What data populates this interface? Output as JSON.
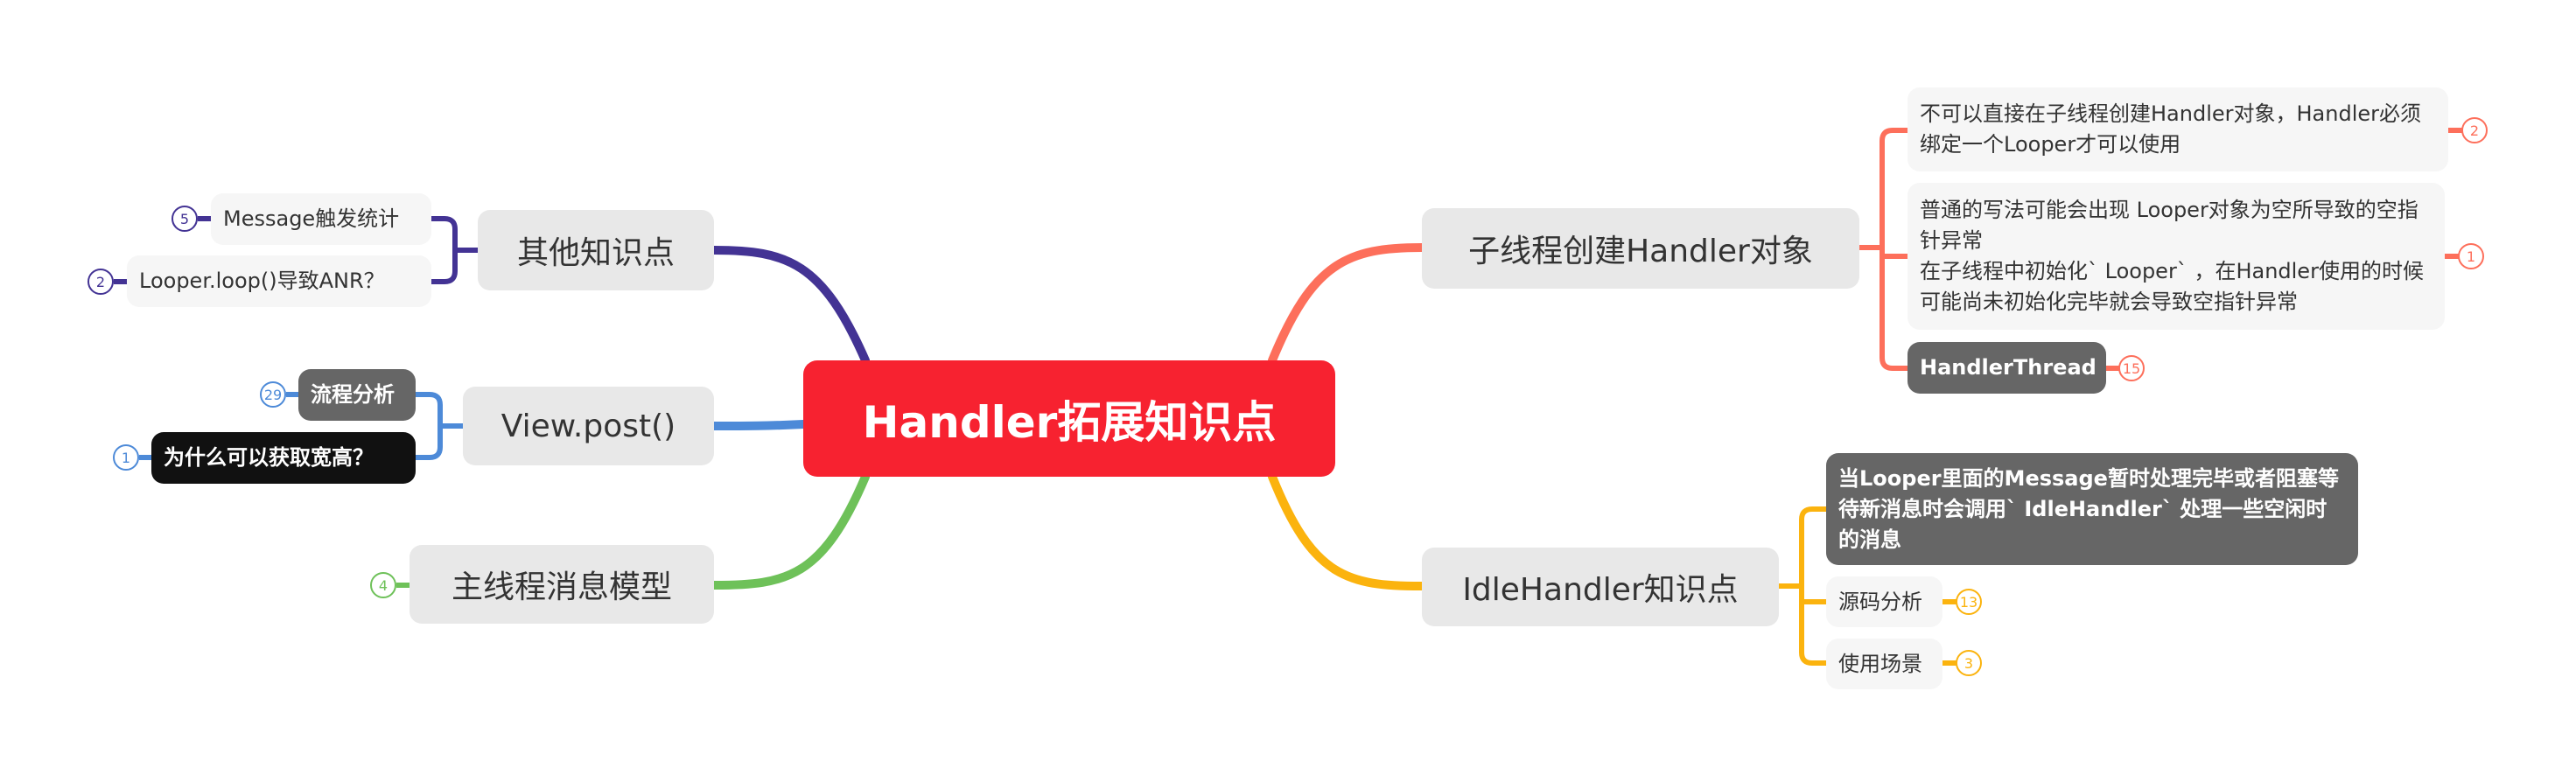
{
  "central": {
    "title": "Handler拓展知识点",
    "color": "#f72230"
  },
  "branches": {
    "sub_thread": {
      "title": "子线程创建Handler对象",
      "color": "#fd6f5b",
      "items": [
        {
          "text": "不可以直接在子线程创建Handler对象，Handler必须绑定一个Looper才可以使用",
          "badge": "2"
        },
        {
          "text": "普通的写法可能会出现 Looper对象为空所导致的空指针异常\n在子线程中初始化` Looper` ，在Handler使用的时候可能尚未初始化完毕就会导致空指针异常",
          "badge": "1"
        },
        {
          "text": "HandlerThread",
          "badge": "15"
        }
      ]
    },
    "idle": {
      "title": "IdleHandler知识点",
      "color": "#fbb30e",
      "items": [
        {
          "text": "当Looper里面的Message暂时处理完毕或者阻塞等待新消息时会调用` IdleHandler` 处理一些空闲时的消息"
        },
        {
          "text": "源码分析",
          "badge": "13"
        },
        {
          "text": "使用场景",
          "badge": "3"
        }
      ]
    },
    "other": {
      "title": "其他知识点",
      "color": "#433394",
      "items": [
        {
          "text": "Message触发统计",
          "badge": "5"
        },
        {
          "text": "Looper.loop()导致ANR？",
          "badge": "2"
        }
      ]
    },
    "view_post": {
      "title": "View.post()",
      "color": "#4d8ad8",
      "items": [
        {
          "text": "流程分析",
          "badge": "29"
        },
        {
          "text": "为什么可以获取宽高？",
          "badge": "1"
        }
      ]
    },
    "main_thread": {
      "title": "主线程消息模型",
      "color": "#6ec159",
      "badge": "4"
    }
  }
}
